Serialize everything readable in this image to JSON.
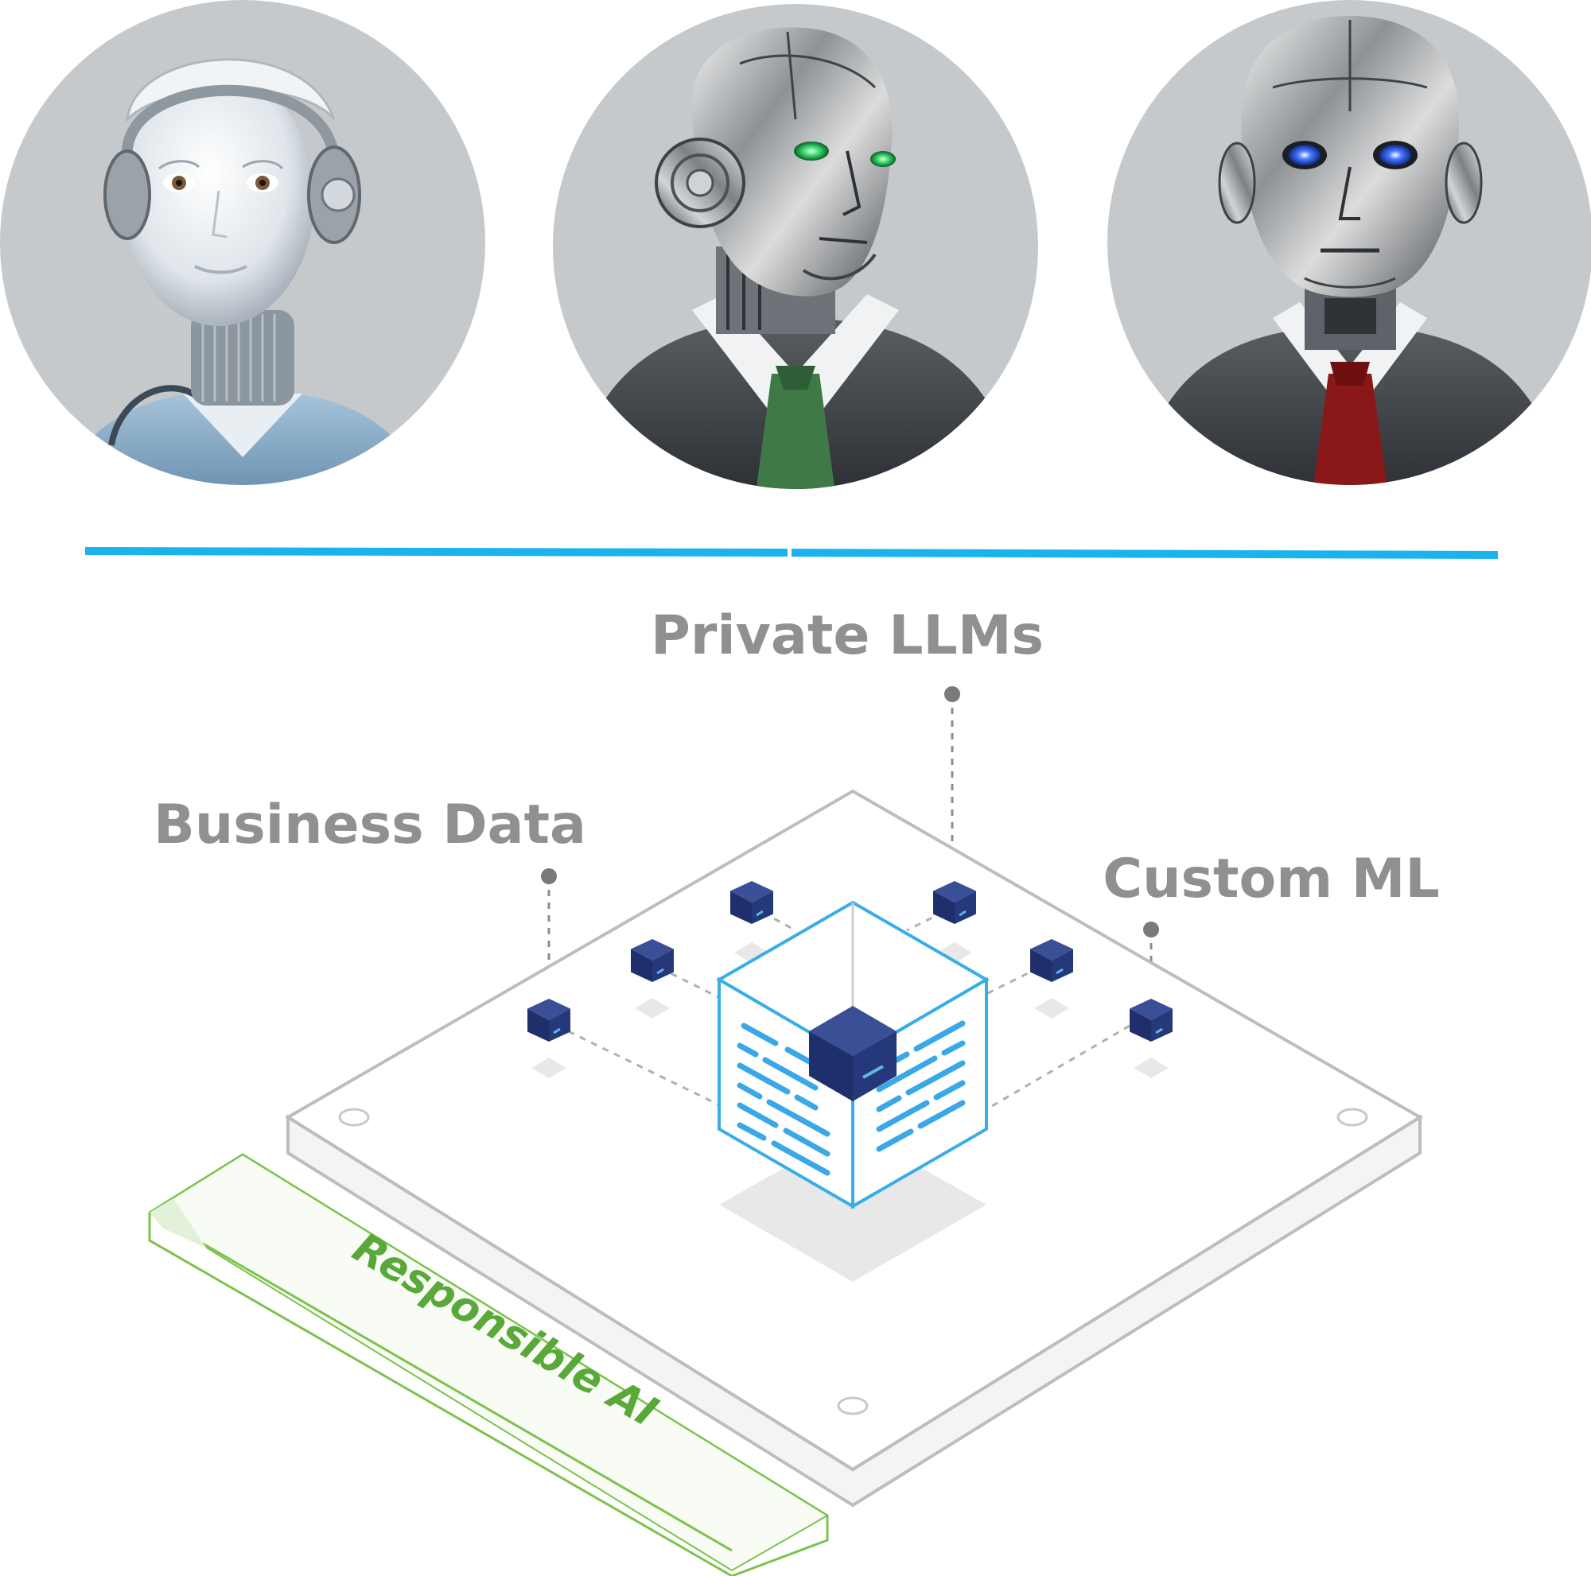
{
  "avatars": [
    {
      "name": "assistant-robot",
      "background": "#c6c9cb",
      "tie": null
    },
    {
      "name": "green-tie-robot",
      "background": "#c6c9cb",
      "tie": "#3f7a46"
    },
    {
      "name": "red-tie-robot",
      "background": "#c6c9cb",
      "tie": "#8a1818"
    }
  ],
  "divider_color": "#1ab3f0",
  "labels": {
    "private_llms": "Private LLMs",
    "business_data": "Business Data",
    "custom_ml": "Custom ML",
    "responsible_ai": "Responsible AI"
  },
  "colors": {
    "label_gray": "#909090",
    "cube_navy": "#25387a",
    "core_outline": "#39aee6",
    "code_dash": "#3aa8e6",
    "platform_stroke": "#bdbdbd",
    "responsible_green": "#5aa83a"
  }
}
